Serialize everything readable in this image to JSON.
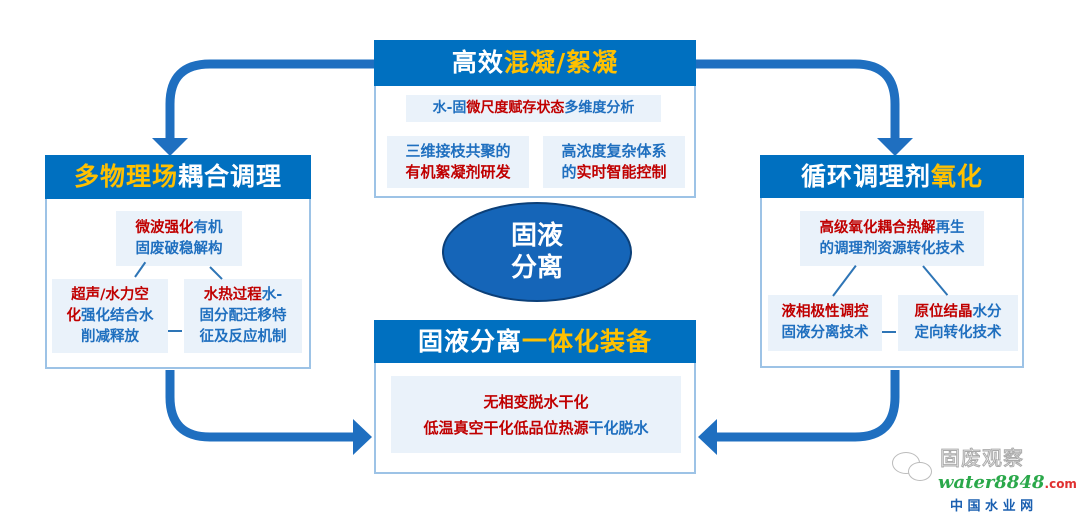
{
  "top": {
    "title": [
      {
        "t": "高效",
        "c": "w"
      },
      {
        "t": "混凝/絮凝",
        "c": "y"
      }
    ],
    "subtitle": [
      {
        "t": "水-固",
        "c": "b"
      },
      {
        "t": "微尺度赋存状态",
        "c": "r"
      },
      {
        "t": "多维度分析",
        "c": "b"
      }
    ],
    "left_l1": [
      {
        "t": "三维接枝共聚的",
        "c": "b"
      }
    ],
    "left_l2": [
      {
        "t": "有机絮凝剂研发",
        "c": "r"
      }
    ],
    "right_l1": [
      {
        "t": "高浓度复杂体系",
        "c": "b"
      }
    ],
    "right_l2": [
      {
        "t": "的",
        "c": "b"
      },
      {
        "t": "实时智能控制",
        "c": "r"
      }
    ]
  },
  "left": {
    "title": [
      {
        "t": "多物理场",
        "c": "y"
      },
      {
        "t": "耦合调理",
        "c": "w"
      }
    ],
    "a1": [
      {
        "t": "微波强化",
        "c": "r"
      },
      {
        "t": "有机",
        "c": "b"
      }
    ],
    "a2": [
      {
        "t": "固废破稳解构",
        "c": "b"
      }
    ],
    "b1": [
      {
        "t": "超声/水力空",
        "c": "r"
      }
    ],
    "b2": [
      {
        "t": "化",
        "c": "r"
      },
      {
        "t": "强化结合水",
        "c": "b"
      }
    ],
    "b3": [
      {
        "t": "削减释放",
        "c": "b"
      }
    ],
    "c1": [
      {
        "t": "水热过程",
        "c": "r"
      },
      {
        "t": "水-",
        "c": "b"
      }
    ],
    "c2": [
      {
        "t": "固分配迁移特",
        "c": "b"
      }
    ],
    "c3": [
      {
        "t": "征及反应机制",
        "c": "b"
      }
    ]
  },
  "right": {
    "title": [
      {
        "t": "循环调理剂",
        "c": "w"
      },
      {
        "t": "氧化",
        "c": "y"
      }
    ],
    "a1": [
      {
        "t": "高级氧化耦合热解",
        "c": "r"
      },
      {
        "t": "再生",
        "c": "b"
      }
    ],
    "a2": [
      {
        "t": "的调理剂资源转化技术",
        "c": "b"
      }
    ],
    "b1": [
      {
        "t": "液相极性调控",
        "c": "r"
      }
    ],
    "b2": [
      {
        "t": "固液分离技术",
        "c": "b"
      }
    ],
    "c1": [
      {
        "t": "原位结晶",
        "c": "r"
      },
      {
        "t": "水分",
        "c": "b"
      }
    ],
    "c2": [
      {
        "t": "定向转化技术",
        "c": "b"
      }
    ]
  },
  "bottom": {
    "title": [
      {
        "t": "固液分离",
        "c": "w"
      },
      {
        "t": "一体化装备",
        "c": "y"
      }
    ],
    "l1": [
      {
        "t": "无相变脱水干化",
        "c": "r"
      }
    ],
    "l2": [
      {
        "t": "低温真空干化低品位热源",
        "c": "r"
      },
      {
        "t": "干化脱水",
        "c": "b"
      }
    ]
  },
  "center": {
    "line1": "固液",
    "line2": "分离"
  },
  "watermark": {
    "account": "固废观察",
    "brand": "water8848",
    "brand_suffix": ".com",
    "brand_cn": "中 国 水 业 网"
  }
}
